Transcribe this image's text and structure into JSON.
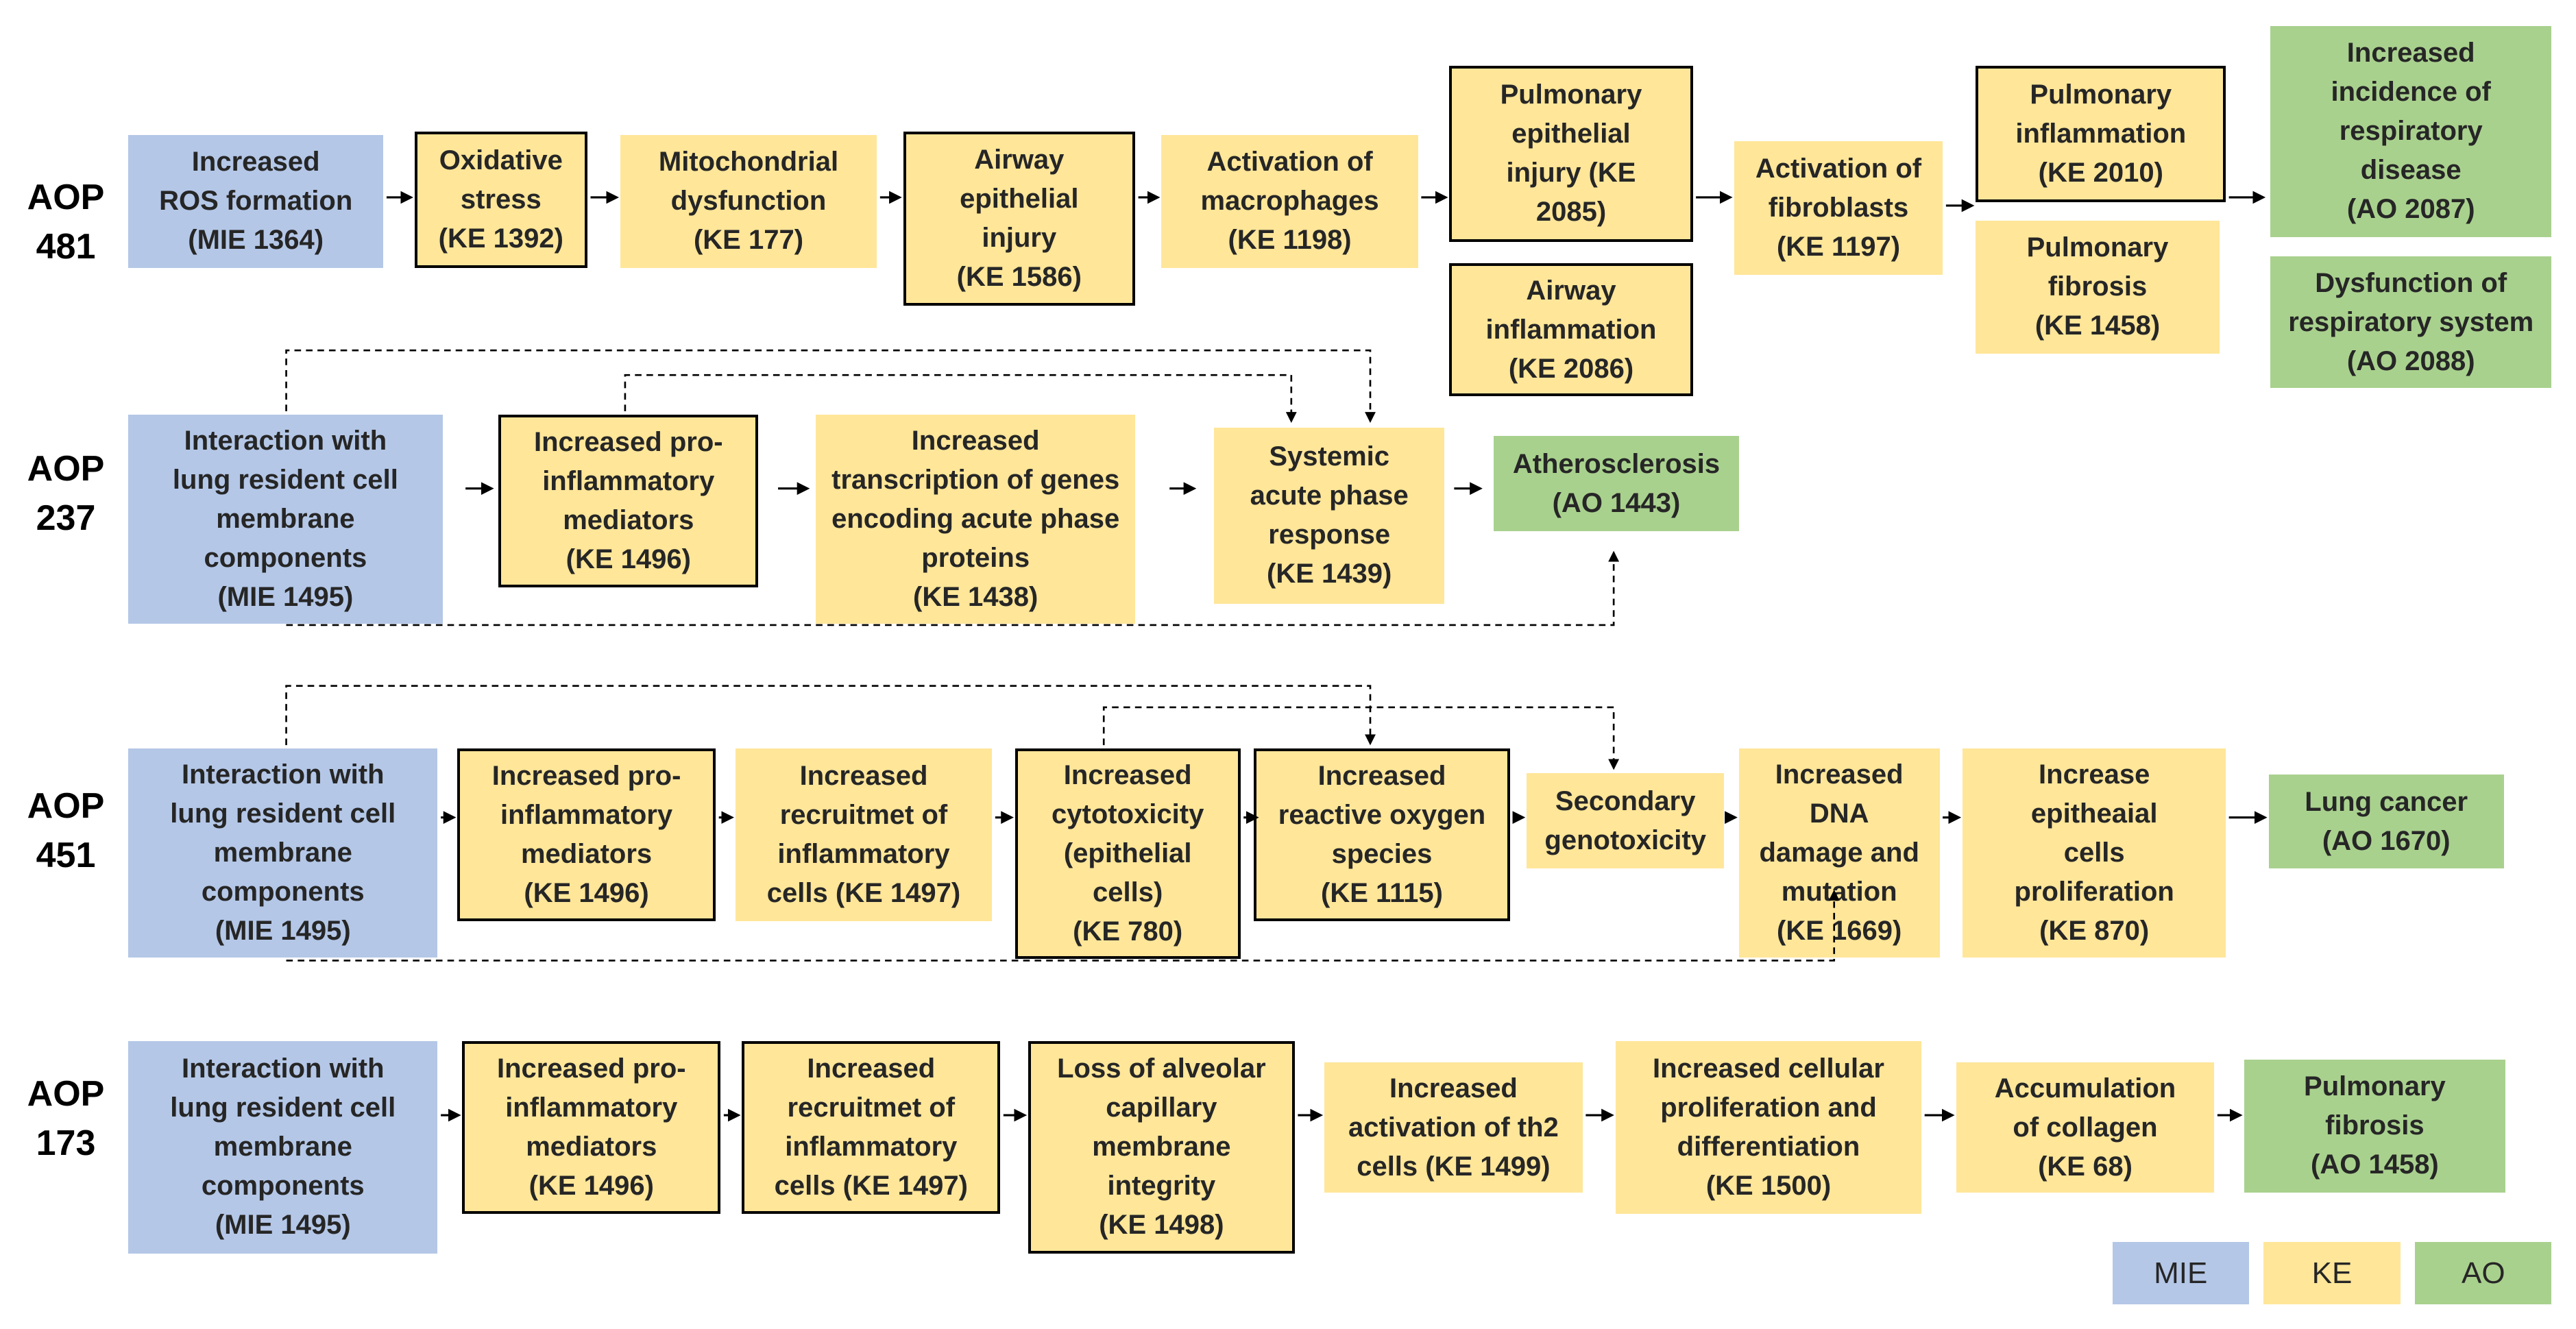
{
  "colors": {
    "mie": "#b4c7e7",
    "ke": "#ffe699",
    "ao": "#a9d18e",
    "arrow": "#000000"
  },
  "aops": [
    {
      "label": "AOP\n481",
      "nodes": [
        {
          "id": "a481-mie",
          "type": "mie",
          "bordered": false,
          "text": "Increased\nROS formation\n(MIE 1364)"
        },
        {
          "id": "a481-ke1392",
          "type": "ke",
          "bordered": true,
          "text": "Oxidative\nstress\n(KE 1392)"
        },
        {
          "id": "a481-ke177",
          "type": "ke",
          "bordered": false,
          "text": "Mitochondrial\ndysfunction\n(KE 177)"
        },
        {
          "id": "a481-ke1586",
          "type": "ke",
          "bordered": true,
          "text": "Airway\nepithelial\ninjury\n(KE 1586)"
        },
        {
          "id": "a481-ke1198",
          "type": "ke",
          "bordered": false,
          "text": "Activation of\nmacrophages\n(KE 1198)"
        },
        {
          "id": "a481-ke2085",
          "type": "ke",
          "bordered": true,
          "text": "Pulmonary\nepithelial\ninjury (KE\n2085)"
        },
        {
          "id": "a481-ke2086",
          "type": "ke",
          "bordered": true,
          "text": "Airway\ninflammation\n(KE 2086)"
        },
        {
          "id": "a481-ke1197",
          "type": "ke",
          "bordered": false,
          "text": "Activation of\nfibroblasts\n(KE 1197)"
        },
        {
          "id": "a481-ke2010",
          "type": "ke",
          "bordered": true,
          "text": "Pulmonary\ninflammation\n(KE 2010)"
        },
        {
          "id": "a481-ke1458",
          "type": "ke",
          "bordered": false,
          "text": "Pulmonary\nfibrosis\n(KE 1458)"
        },
        {
          "id": "a481-ao2087",
          "type": "ao",
          "bordered": false,
          "text": "Increased\nincidence of\nrespiratory\ndisease\n(AO 2087)"
        },
        {
          "id": "a481-ao2088",
          "type": "ao",
          "bordered": false,
          "text": "Dysfunction of\nrespiratory system\n(AO 2088)"
        }
      ]
    },
    {
      "label": "AOP\n237",
      "nodes": [
        {
          "id": "a237-mie",
          "type": "mie",
          "bordered": false,
          "text": "Interaction with\nlung resident cell\nmembrane\ncomponents\n(MIE 1495)"
        },
        {
          "id": "a237-ke1496",
          "type": "ke",
          "bordered": true,
          "text": "Increased pro-\ninflammatory\nmediators\n(KE 1496)"
        },
        {
          "id": "a237-ke1438",
          "type": "ke",
          "bordered": false,
          "text": "Increased\ntranscription of genes\nencoding acute phase\nproteins\n(KE 1438)"
        },
        {
          "id": "a237-ke1439",
          "type": "ke",
          "bordered": false,
          "text": "Systemic\nacute phase\nresponse\n(KE 1439)"
        },
        {
          "id": "a237-ao1443",
          "type": "ao",
          "bordered": false,
          "text": "Atherosclerosis\n(AO 1443)"
        }
      ]
    },
    {
      "label": "AOP\n451",
      "nodes": [
        {
          "id": "a451-mie",
          "type": "mie",
          "bordered": false,
          "text": "Interaction with\nlung resident cell\nmembrane\ncomponents\n(MIE 1495)"
        },
        {
          "id": "a451-ke1496",
          "type": "ke",
          "bordered": true,
          "text": "Increased pro-\ninflammatory\nmediators\n(KE 1496)"
        },
        {
          "id": "a451-ke1497",
          "type": "ke",
          "bordered": false,
          "text": "Increased\nrecruitmet of\ninflammatory\ncells (KE 1497)"
        },
        {
          "id": "a451-ke780",
          "type": "ke",
          "bordered": true,
          "text": "Increased\ncytotoxicity\n(epithelial\ncells)\n(KE 780)"
        },
        {
          "id": "a451-ke1115",
          "type": "ke",
          "bordered": true,
          "text": "Increased\nreactive oxygen\nspecies\n(KE 1115)"
        },
        {
          "id": "a451-secgeno",
          "type": "ke",
          "bordered": false,
          "text": "Secondary\ngenotoxicity"
        },
        {
          "id": "a451-ke1669",
          "type": "ke",
          "bordered": false,
          "text": "Increased\nDNA\ndamage and\nmutation\n(KE 1669)"
        },
        {
          "id": "a451-ke870",
          "type": "ke",
          "bordered": false,
          "text": "Increase\nepitheaial\ncells\nproliferation\n(KE 870)"
        },
        {
          "id": "a451-ao1670",
          "type": "ao",
          "bordered": false,
          "text": "Lung cancer\n(AO 1670)"
        }
      ]
    },
    {
      "label": "AOP\n173",
      "nodes": [
        {
          "id": "a173-mie",
          "type": "mie",
          "bordered": false,
          "text": "Interaction with\nlung resident cell\nmembrane\ncomponents\n(MIE 1495)"
        },
        {
          "id": "a173-ke1496",
          "type": "ke",
          "bordered": true,
          "text": "Increased pro-\ninflammatory\nmediators\n(KE 1496)"
        },
        {
          "id": "a173-ke1497",
          "type": "ke",
          "bordered": true,
          "text": "Increased\nrecruitmet of\ninflammatory\ncells (KE 1497)"
        },
        {
          "id": "a173-ke1498",
          "type": "ke",
          "bordered": true,
          "text": "Loss of alveolar\ncapillary\nmembrane\nintegrity\n(KE 1498)"
        },
        {
          "id": "a173-ke1499",
          "type": "ke",
          "bordered": false,
          "text": "Increased\nactivation of th2\ncells (KE 1499)"
        },
        {
          "id": "a173-ke1500",
          "type": "ke",
          "bordered": false,
          "text": "Increased cellular\nproliferation and\ndifferentiation\n(KE 1500)"
        },
        {
          "id": "a173-ke68",
          "type": "ke",
          "bordered": false,
          "text": "Accumulation\nof collagen\n(KE 68)"
        },
        {
          "id": "a173-ao1458",
          "type": "ao",
          "bordered": false,
          "text": "Pulmonary\nfibrosis\n(AO 1458)"
        }
      ]
    }
  ],
  "legend": [
    {
      "type": "mie",
      "label": "MIE"
    },
    {
      "type": "ke",
      "label": "KE"
    },
    {
      "type": "ao",
      "label": "AO"
    }
  ]
}
